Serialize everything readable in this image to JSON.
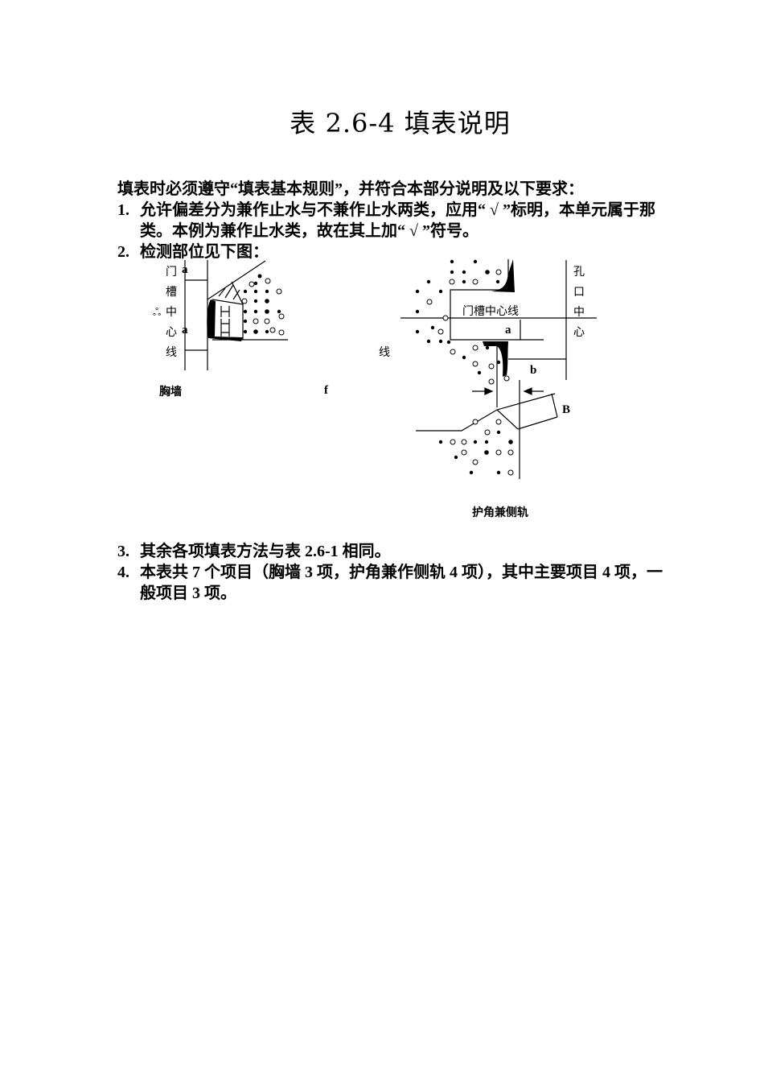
{
  "document": {
    "title": "表 2.6-4 填表说明",
    "intro": "填表时必须遵守“填表基本规则”，并符合本部分说明及以下要求：",
    "items": [
      {
        "num": "1.",
        "text": "允许偏差分为兼作止水与不兼作止水两类，应用“ √ ”标明，本单元属于那类。本例为兼作止水类，故在其上加“ √ ”符号。"
      },
      {
        "num": "2.",
        "text": "检测部位见下图："
      },
      {
        "num": "3.",
        "text": "其余各项填表方法与表 2.6-1 相同。"
      },
      {
        "num": "4.",
        "text": "本表共 7 个项目（胸墙 3 项，护角兼作侧轨 4 项），其中主要项目 4 项，一般项目 3 项。"
      }
    ]
  },
  "figure": {
    "left": {
      "vertical_label": [
        "门",
        "槽",
        "中",
        "心",
        "线"
      ],
      "dim_a_top": "a",
      "dim_a_bottom": "a",
      "caption": "胸墙"
    },
    "middle": {
      "label_xian": "线",
      "label_f": "f"
    },
    "right": {
      "centerline_label": "门槽中心线",
      "hole_center_label": [
        "孔",
        "口",
        "中",
        "心"
      ],
      "dim_a": "a",
      "dim_b": "b",
      "dim_B": "B",
      "caption": "护角兼侧轨"
    }
  }
}
